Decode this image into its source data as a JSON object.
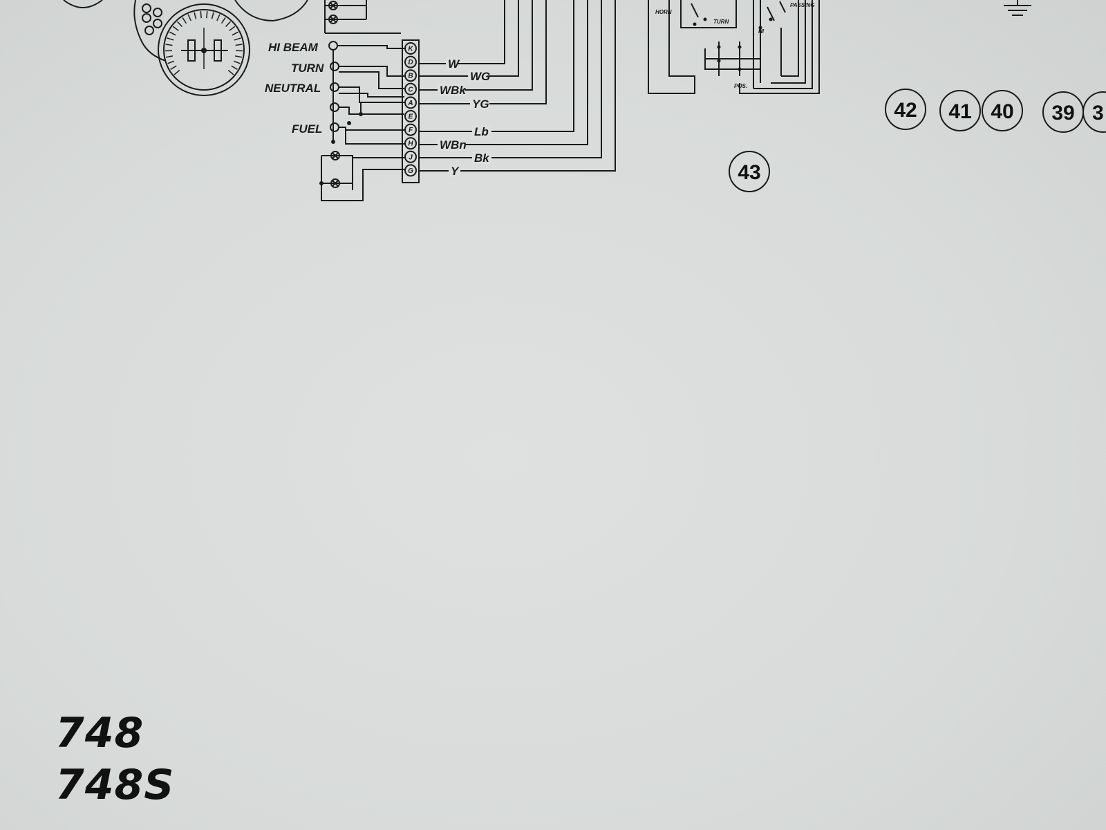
{
  "indicators": [
    "HI BEAM",
    "TURN",
    "NEUTRAL",
    "FUEL"
  ],
  "connector_pins": [
    "K",
    "D",
    "B",
    "C",
    "A",
    "E",
    "F",
    "H",
    "J",
    "G"
  ],
  "wire_colors": [
    "W",
    "WG",
    "WBk",
    "YG",
    "Lb",
    "WBn",
    "Bk",
    "Y"
  ],
  "switch_labels": {
    "horn": "HORN",
    "turn": "TURN",
    "passing": "PASSING",
    "hi": "HI",
    "pos": "POS."
  },
  "callouts": {
    "c42": "42",
    "c41": "41",
    "c40": "40",
    "c39": "39",
    "c3x": "3",
    "c43": "43"
  },
  "model": {
    "line1": "748",
    "line2": "748S"
  }
}
